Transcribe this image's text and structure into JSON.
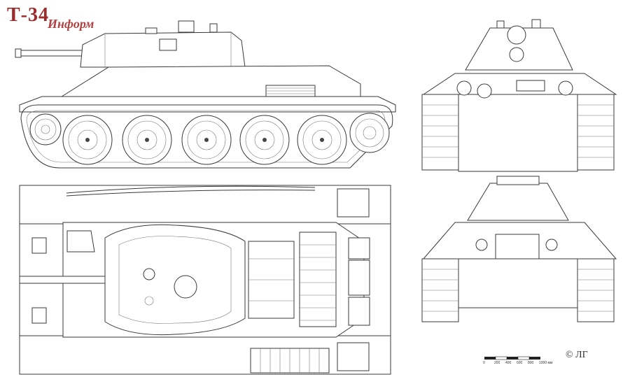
{
  "logo": {
    "main": "Т-34",
    "sub": "Информ"
  },
  "scale": {
    "ticks": [
      "0",
      "200",
      "400",
      "600",
      "800",
      "1000 мм"
    ]
  },
  "author": {
    "mark": "© ЛГ"
  }
}
